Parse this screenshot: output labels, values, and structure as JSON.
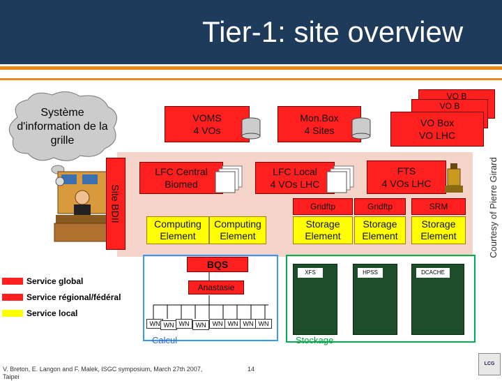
{
  "title": "Tier-1: site overview",
  "cloud_text": "Système d'information de la grille",
  "site_bdii": "Site BDII",
  "voms": "VOMS\n4 VOs",
  "monbox": "Mon.Box\n4 Sites",
  "vobox_main": "VO Box\nVO LHC",
  "vobox_back1": "VO B",
  "vobox_back2": "VO B",
  "lfc_central": "LFC Central\nBiomed",
  "lfc_local": "LFC Local\n4 VOs LHC",
  "fts": "FTS\n4 VOs LHC",
  "gridftp1": "Gridftp",
  "gridftp2": "Gridftp",
  "srm": "SRM",
  "ce1": "Computing\nElement",
  "ce2": "Computing\nElement",
  "se1": "Storage\nElement",
  "se2": "Storage\nElement",
  "se3": "Storage\nElement",
  "bqs": "BQS",
  "anastasie": "Anastasie",
  "wn_label": "WN",
  "xfs": "XFS",
  "hpss": "HPSS",
  "dcache": "DCACHE",
  "calcul": "Calcul",
  "stockage": "Stockage",
  "legend": {
    "global": "Service global",
    "regional": "Service régional/fédéral",
    "local": "Service local",
    "colors": {
      "global": "#ff1f1f",
      "regional": "#ff1f1f",
      "local": "#ffff00"
    }
  },
  "courtesy": "Courtesy of Pierre Girard",
  "footer_left": "V. Breton, E. Langon and F. Malek, ISGC symposium, March 27th 2007, Taipei",
  "footer_page": "14",
  "logo_text": "LCG"
}
